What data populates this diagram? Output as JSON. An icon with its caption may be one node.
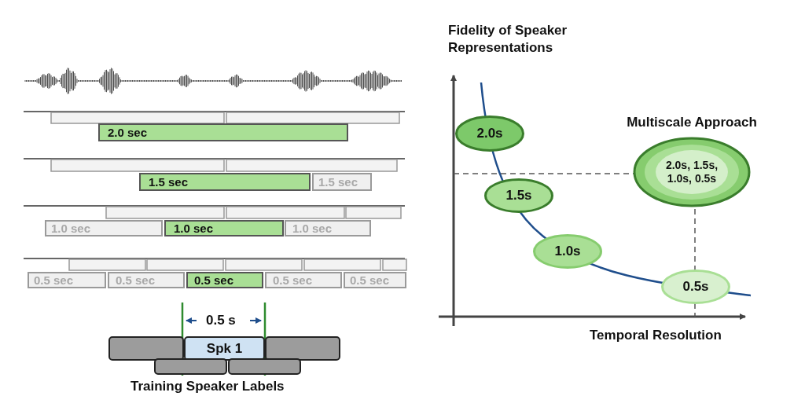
{
  "diagram": {
    "nodes": [
      {
        "text": [
          "2.0 sec"
        ]
      },
      {
        "text": [
          "1.5 sec"
        ]
      },
      {
        "text": [
          "1.5 sec"
        ]
      },
      {
        "text": [
          "1.0 sec"
        ]
      },
      {
        "text": [
          "1.0 sec"
        ]
      },
      {
        "text": [
          "1.0 sec"
        ]
      },
      {
        "text": [
          "0.5 sec"
        ]
      },
      {
        "text": [
          "0.5 sec"
        ]
      },
      {
        "text": [
          "0.5 sec"
        ]
      },
      {
        "text": [
          "0.5 sec"
        ]
      },
      {
        "text": [
          "0.5 sec"
        ]
      },
      {
        "text": [],
        "shape": "box"
      },
      {
        "text": [
          "Spk 1"
        ]
      },
      {
        "text": [],
        "shape": "box"
      },
      {
        "text": [],
        "shape": "box"
      },
      {
        "text": [],
        "shape": "box"
      },
      {
        "text": [
          "2.0s"
        ]
      },
      {
        "text": [
          "1.5s"
        ]
      },
      {
        "text": [
          "1.0s"
        ]
      },
      {
        "text": [
          "0.5s"
        ]
      },
      {
        "text": [
          "Multiscale Approach",
          "2.0s, 1.5s, 1.0s, 0.5s"
        ]
      }
    ],
    "labels": [
      "0.5 s",
      "Training Speaker Labels",
      "Fidelity of Speaker Representations",
      "Temporal Resolution"
    ]
  }
}
